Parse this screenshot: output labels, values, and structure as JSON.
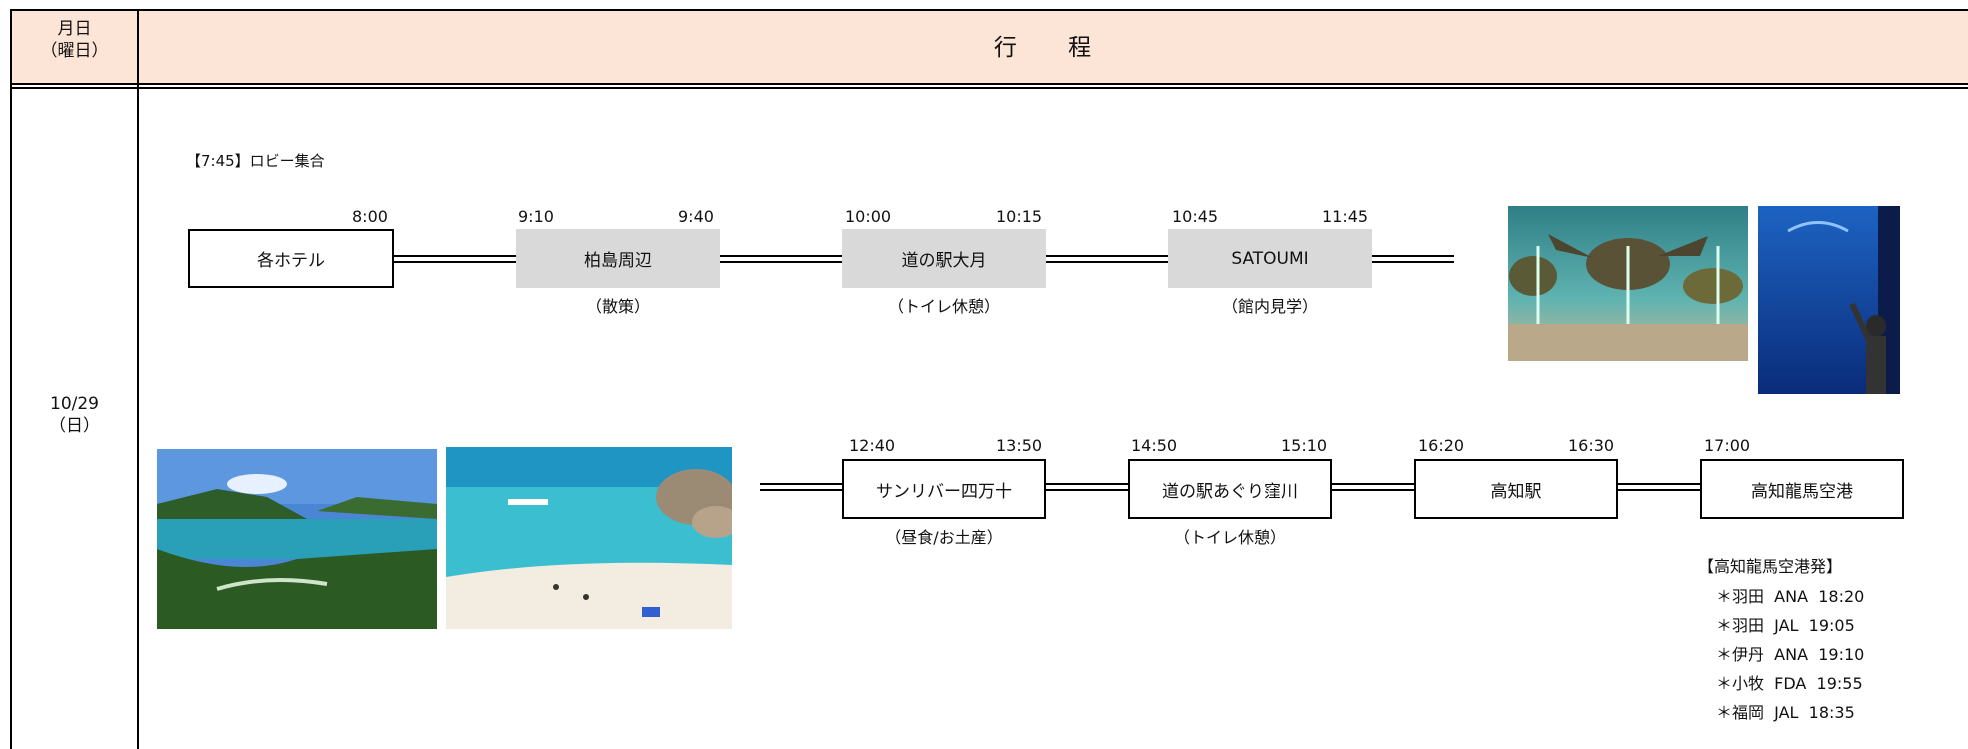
{
  "header": {
    "date_label": "月日",
    "weekday_label": "（曜日）",
    "title": "行 程"
  },
  "day": {
    "date": "10/29",
    "weekday": "（日）"
  },
  "assembly": "【7:45】ロビー集合",
  "row1": {
    "stops": [
      {
        "name": "各ホテル",
        "arrive": "",
        "depart": "8:00",
        "note": "",
        "style": "white"
      },
      {
        "name": "柏島周辺",
        "arrive": "9:10",
        "depart": "9:40",
        "note": "（散策）",
        "style": "gray"
      },
      {
        "name": "道の駅大月",
        "arrive": "10:00",
        "depart": "10:15",
        "note": "（トイレ休憩）",
        "style": "gray"
      },
      {
        "name": "SATOUMI",
        "arrive": "10:45",
        "depart": "11:45",
        "note": "（館内見学）",
        "style": "gray"
      }
    ]
  },
  "row2": {
    "stops": [
      {
        "name": "サンリバー四万十",
        "arrive": "12:40",
        "depart": "13:50",
        "note": "（昼食/お土産）"
      },
      {
        "name": "道の駅あぐり窪川",
        "arrive": "14:50",
        "depart": "15:10",
        "note": "（トイレ休憩）"
      },
      {
        "name": "高知駅",
        "arrive": "16:20",
        "depart": "16:30",
        "note": ""
      },
      {
        "name": "高知龍馬空港",
        "arrive": "17:00",
        "depart": "",
        "note": ""
      }
    ]
  },
  "departures": {
    "title": "【高知龍馬空港発】",
    "flights": [
      {
        "text": "＊羽田  ANA  18:20"
      },
      {
        "text": "＊羽田  JAL  19:05"
      },
      {
        "text": "＊伊丹  ANA  19:10"
      },
      {
        "text": "＊小牧  FDA  19:55"
      },
      {
        "text": "＊福岡  JAL  18:35"
      }
    ]
  },
  "colors": {
    "header_bg": "#fce4d6",
    "gray_box": "#d9d9d9"
  }
}
